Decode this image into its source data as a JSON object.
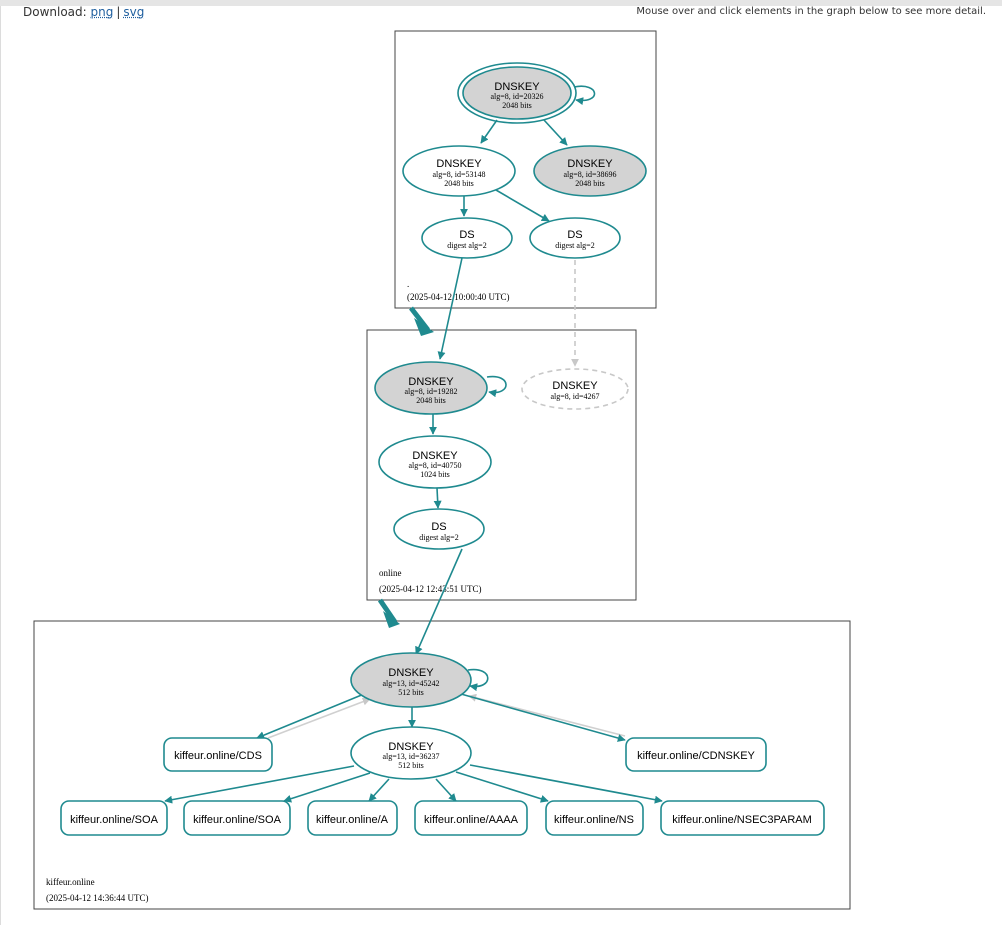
{
  "header": {
    "download_label": "Download:",
    "png_link": "png",
    "separator": "|",
    "svg_link": "svg",
    "hint": "Mouse over and click elements in the graph below to see more detail."
  },
  "colors": {
    "edge": "#1f8a8f",
    "node_stroke": "#1f8a8f",
    "sep_fill": "#d3d3d3",
    "dashed": "#c8c8c8",
    "zone_border": "#444444"
  },
  "zones": {
    "root": {
      "name": ".",
      "timestamp": "(2025-04-12 10:00:40 UTC)"
    },
    "online": {
      "name": "online",
      "timestamp": "(2025-04-12 12:43:51 UTC)"
    },
    "kiffeur": {
      "name": "kiffeur.online",
      "timestamp": "(2025-04-12 14:36:44 UTC)"
    }
  },
  "nodes": {
    "root_ksk": {
      "title": "DNSKEY",
      "line1": "alg=8, id=20326",
      "line2": "2048 bits"
    },
    "root_zsk1": {
      "title": "DNSKEY",
      "line1": "alg=8, id=53148",
      "line2": "2048 bits"
    },
    "root_zsk2": {
      "title": "DNSKEY",
      "line1": "alg=8, id=38696",
      "line2": "2048 bits"
    },
    "root_ds1": {
      "title": "DS",
      "line1": "digest alg=2"
    },
    "root_ds2": {
      "title": "DS",
      "line1": "digest alg=2"
    },
    "online_ksk": {
      "title": "DNSKEY",
      "line1": "alg=8, id=19282",
      "line2": "2048 bits"
    },
    "online_missing": {
      "title": "DNSKEY",
      "line1": "alg=8, id=4267"
    },
    "online_zsk": {
      "title": "DNSKEY",
      "line1": "alg=8, id=40750",
      "line2": "1024 bits"
    },
    "online_ds": {
      "title": "DS",
      "line1": "digest alg=2"
    },
    "kiff_ksk": {
      "title": "DNSKEY",
      "line1": "alg=13, id=45242",
      "line2": "512 bits"
    },
    "kiff_zsk": {
      "title": "DNSKEY",
      "line1": "alg=13, id=36237",
      "line2": "512 bits"
    }
  },
  "rrsets": {
    "cds": "kiffeur.online/CDS",
    "cdnskey": "kiffeur.online/CDNSKEY",
    "soa1": "kiffeur.online/SOA",
    "soa2": "kiffeur.online/SOA",
    "a": "kiffeur.online/A",
    "aaaa": "kiffeur.online/AAAA",
    "ns": "kiffeur.online/NS",
    "nsec3param": "kiffeur.online/NSEC3PARAM"
  }
}
